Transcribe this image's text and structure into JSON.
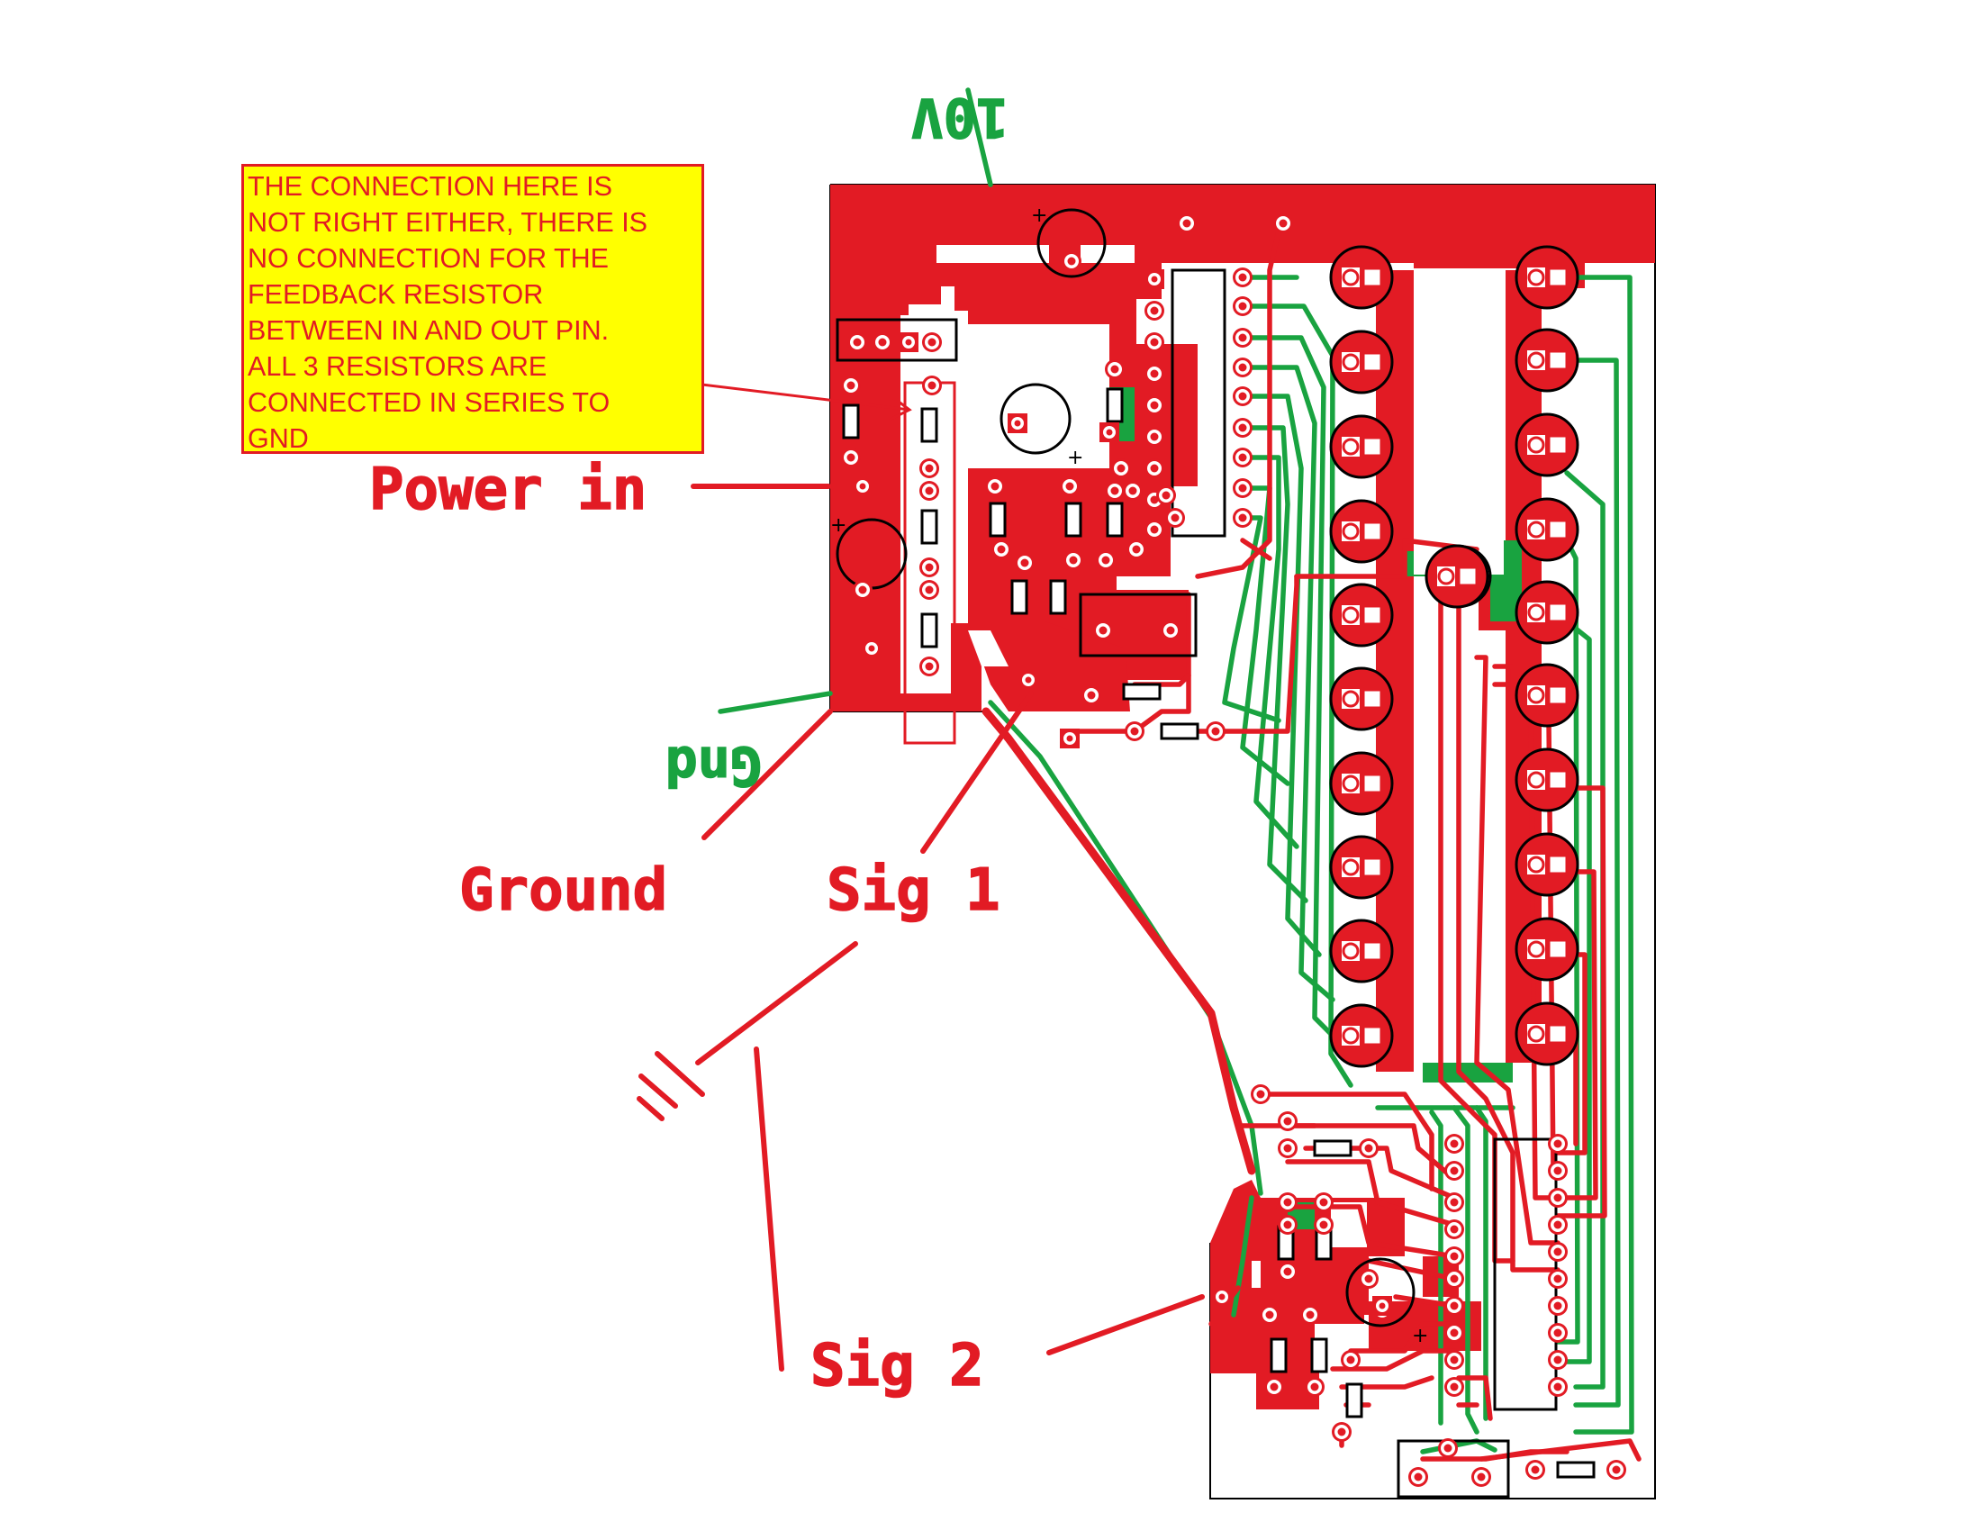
{
  "labels": {
    "v10": "10V",
    "power_in": "Power in",
    "gnd": "Gnd",
    "ground": "Ground",
    "sig1": "Sig 1",
    "sig2": "Sig 2"
  },
  "note": {
    "lines": [
      "THE CONNECTION HERE IS",
      "NOT RIGHT EITHER, THERE IS",
      "NO CONNECTION FOR THE",
      "FEEDBACK RESISTOR",
      "BETWEEN IN AND OUT PIN.",
      "ALL 3 RESISTORS ARE",
      "CONNECTED IN SERIES TO",
      "GND"
    ]
  },
  "colors": {
    "copper_top": "#e21b24",
    "copper_bottom": "#19a340",
    "note_background": "#ffff00",
    "outline": "#000000"
  }
}
